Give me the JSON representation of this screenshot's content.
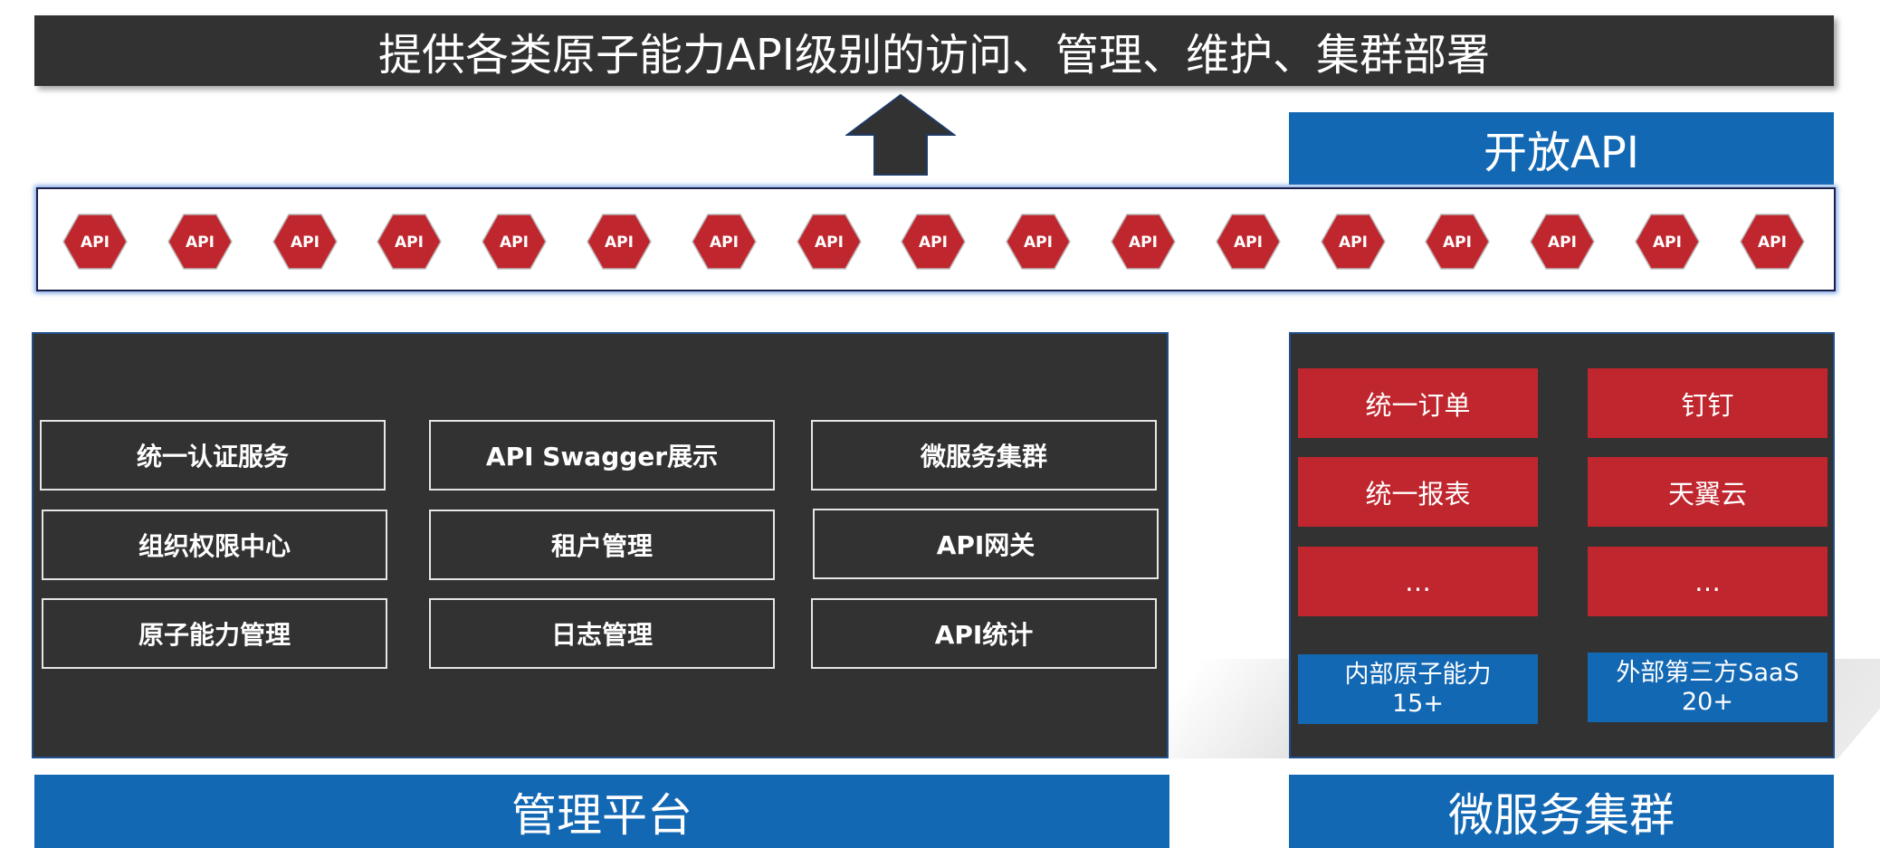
{
  "top_banner": {
    "title": "提供各类原子能力API级别的访问、管理、维护、集群部署"
  },
  "open_api": {
    "label": "开放API"
  },
  "api_strip": {
    "badge_label": "API",
    "badges": [
      "API",
      "API",
      "API",
      "API",
      "API",
      "API",
      "API",
      "API",
      "API",
      "API",
      "API",
      "API",
      "API",
      "API",
      "API",
      "API",
      "API"
    ],
    "badge_color": "#c0262d"
  },
  "management": {
    "label": "管理平台",
    "features": [
      [
        "统一认证服务",
        "API Swagger展示",
        "微服务集群"
      ],
      [
        "组织权限中心",
        "租户管理",
        "API网关"
      ],
      [
        "原子能力管理",
        "日志管理",
        "API统计"
      ]
    ]
  },
  "microservices": {
    "label": "微服务集群",
    "internal": {
      "items": [
        "统一订单",
        "统一报表",
        "…"
      ],
      "caption": "内部原子能力",
      "count": "15+"
    },
    "external": {
      "items": [
        "钉钉",
        "天翼云",
        "…"
      ],
      "caption": "外部第三方SaaS",
      "count": "20+"
    }
  },
  "colors": {
    "dark_panel": "#323232",
    "brand_blue": "#1368b4",
    "accent_red": "#c0262d"
  }
}
